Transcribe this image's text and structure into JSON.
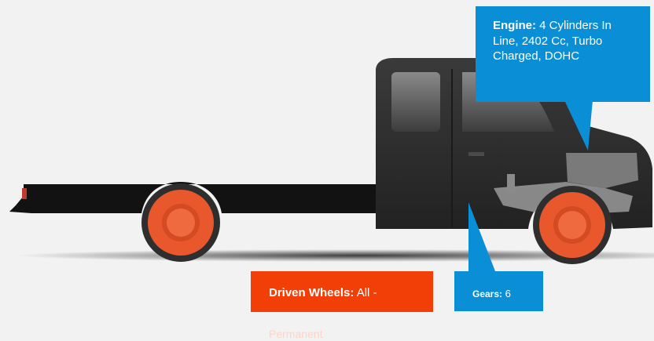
{
  "colors": {
    "background": "#f2f2f2",
    "truck_body": "#2c2c2c",
    "wheel": "#e8582c",
    "callout_blue": "#0a8fd6",
    "callout_orange": "#f23f08"
  },
  "callouts": {
    "engine": {
      "label": "Engine:",
      "value": "4 Cylinders In Line, 2402 Cc, Turbo Charged, DOHC"
    },
    "driven_wheels": {
      "label": "Driven Wheels:",
      "value": "All -",
      "overflow": "Permanent"
    },
    "gears": {
      "label": "Gears:",
      "value": "6"
    }
  }
}
